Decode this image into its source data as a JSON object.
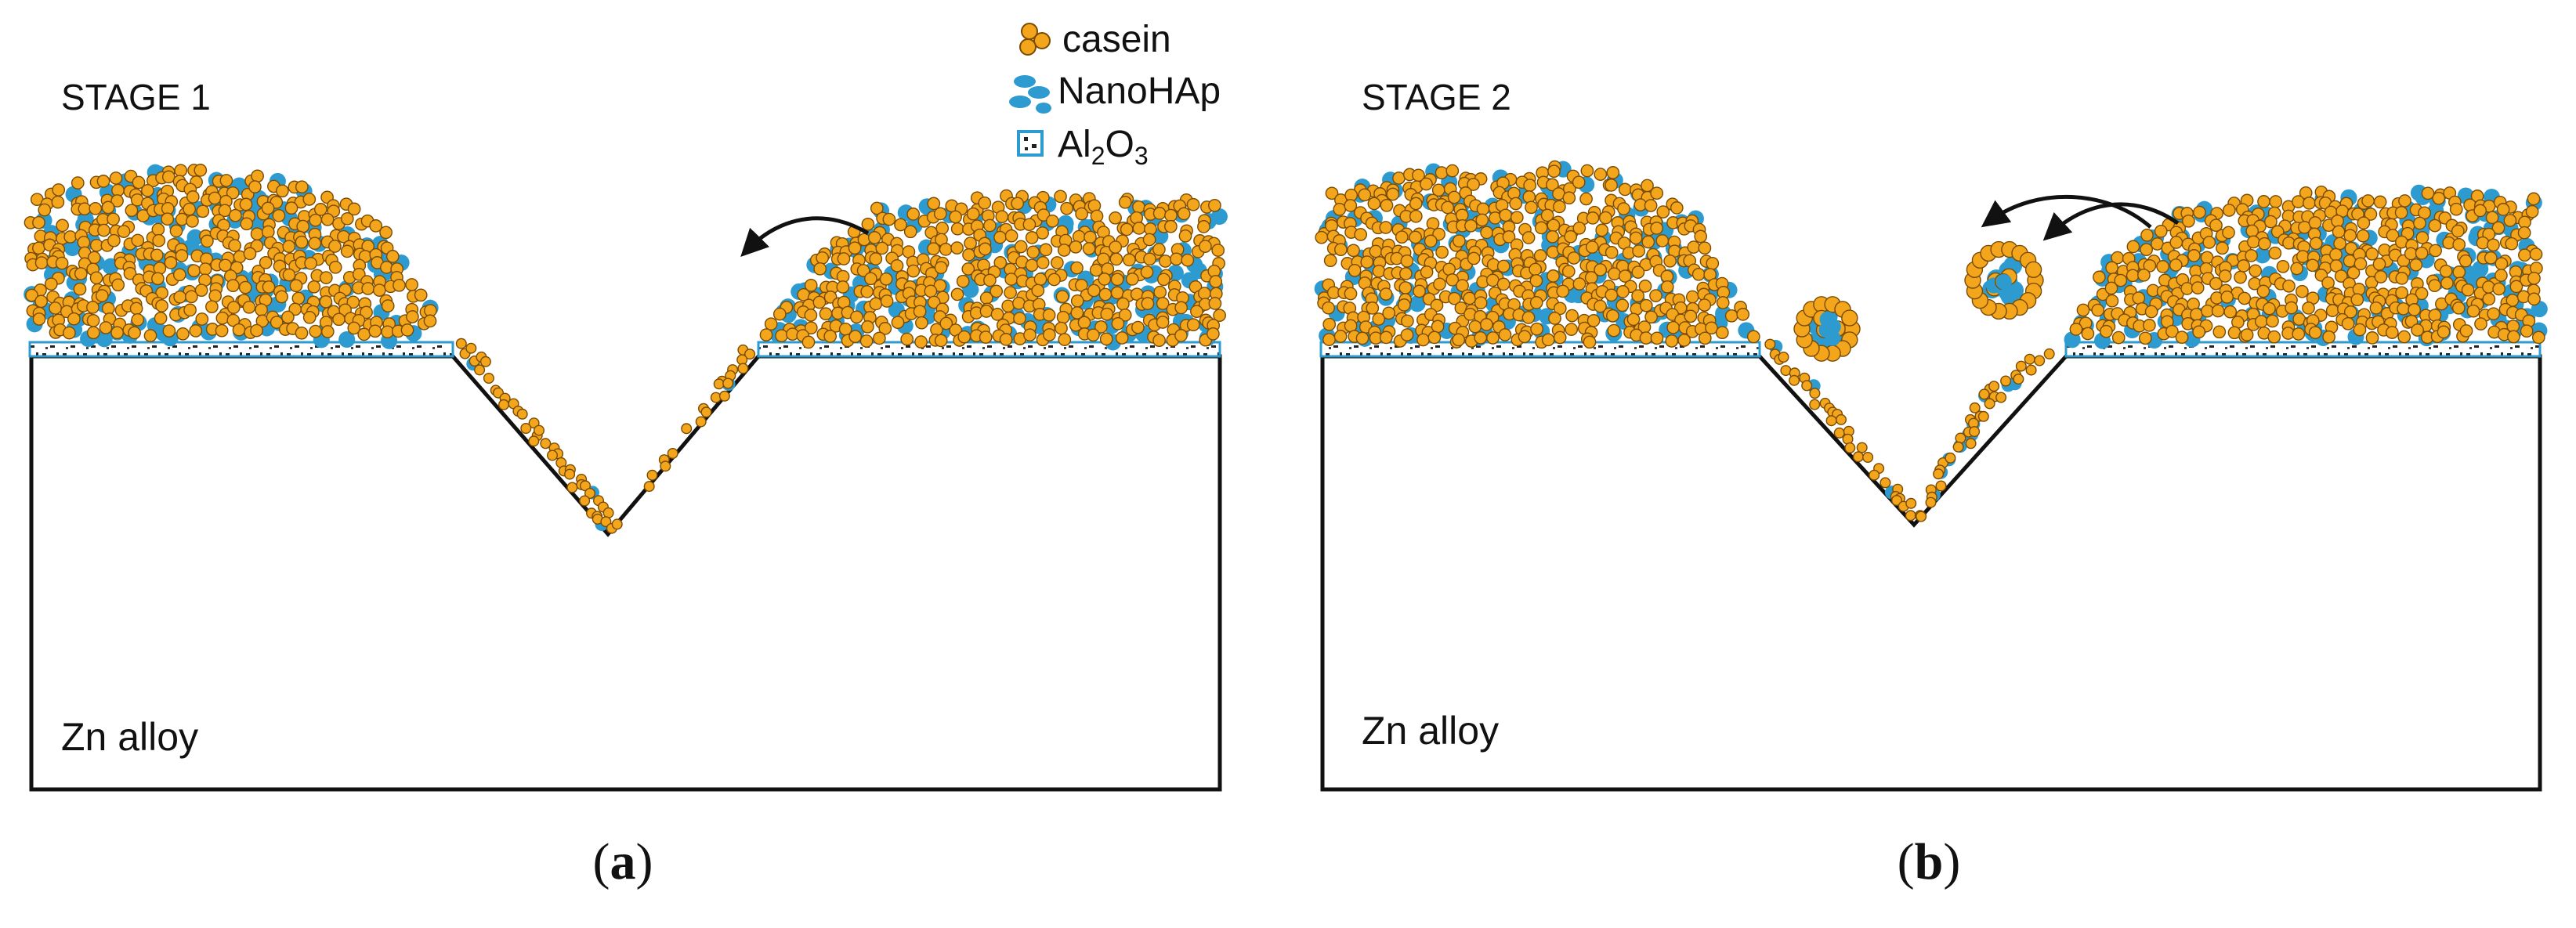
{
  "colors": {
    "casein": "#f3a51c",
    "casein_outline": "#7a4a00",
    "nanohap": "#2d9bd0",
    "nanohap_dark": "#1b74a6",
    "alumina": "#ffffff",
    "outline": "#111111"
  },
  "legend": {
    "casein_label": "casein",
    "nanohap_label": "NanoHAp",
    "al2o3_main": "Al",
    "al2o3_sub1": "2",
    "al2o3_mid": "O",
    "al2o3_sub2": "3"
  },
  "panel_a": {
    "stage_label": "STAGE 1",
    "substrate_label": "Zn alloy",
    "caption_open": "(",
    "caption_letter": "a",
    "caption_close": ")"
  },
  "panel_b": {
    "stage_label": "STAGE 2",
    "substrate_label": "Zn alloy",
    "caption_open": "(",
    "caption_letter": "b",
    "caption_close": ")"
  }
}
